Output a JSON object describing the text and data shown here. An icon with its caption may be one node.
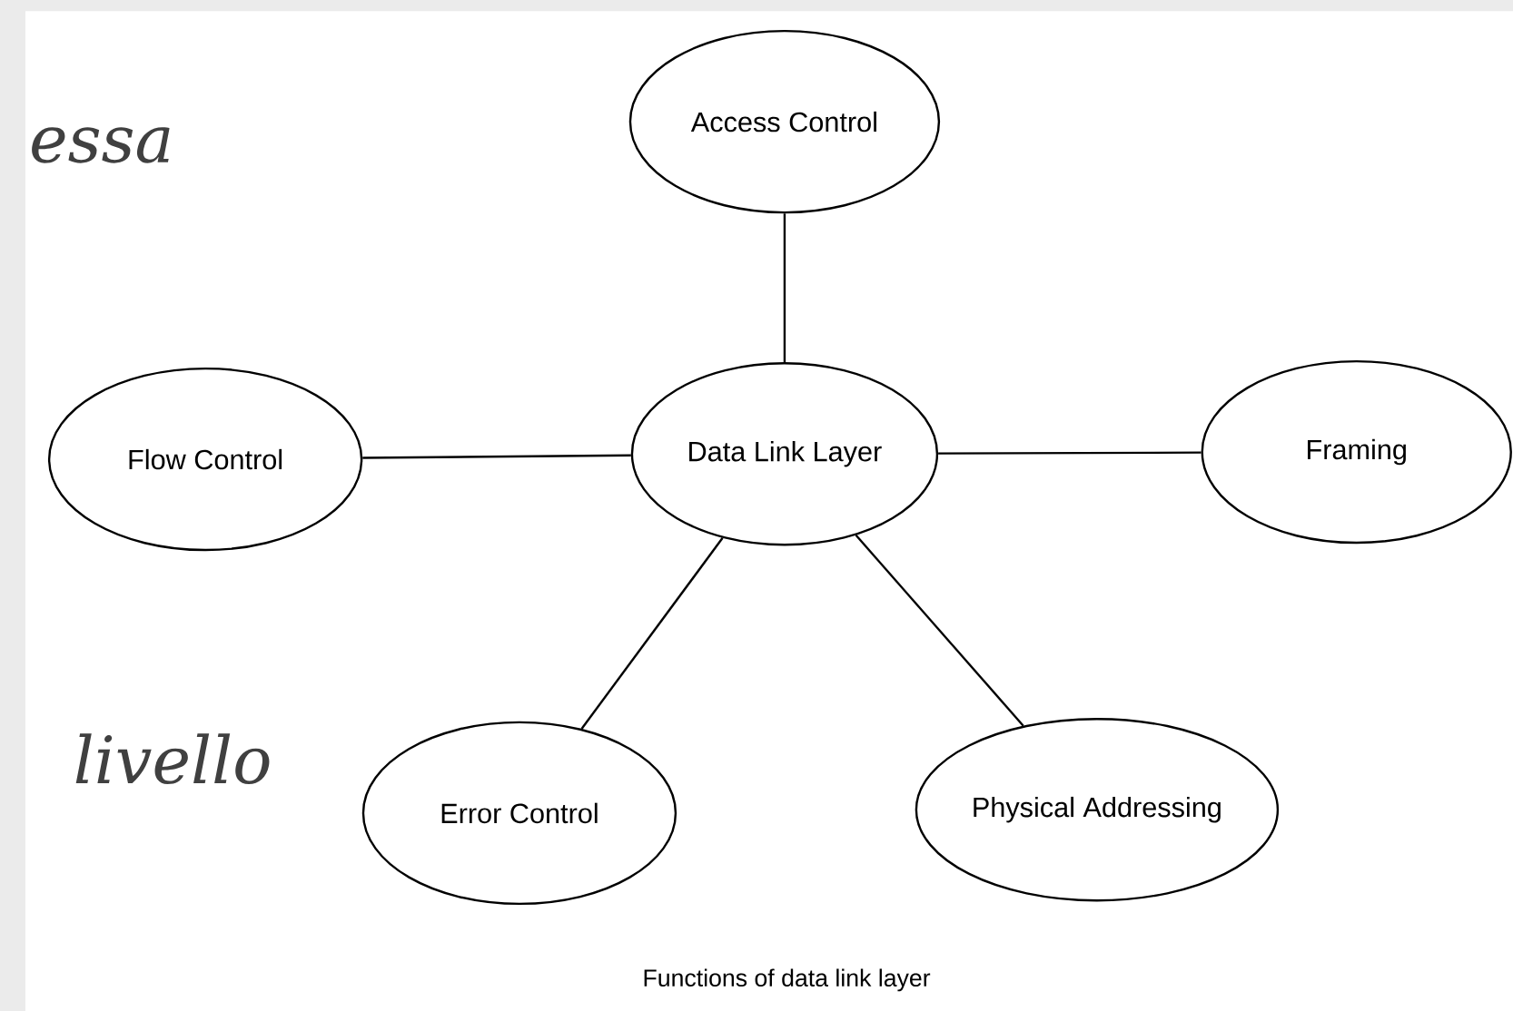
{
  "diagram": {
    "caption": "Functions of data link layer",
    "nodes": [
      {
        "text": [
          "Access Control"
        ]
      },
      {
        "text": [
          "Flow Control"
        ]
      },
      {
        "text": [
          "Data Link Layer"
        ]
      },
      {
        "text": [
          "Framing"
        ]
      },
      {
        "text": [
          "Error Control"
        ]
      },
      {
        "text": [
          "Physical Addressing"
        ]
      }
    ],
    "edges": [
      {
        "from": 2,
        "to": 0,
        "arrow": "none"
      },
      {
        "from": 2,
        "to": 1,
        "arrow": "none"
      },
      {
        "from": 2,
        "to": 3,
        "arrow": "none"
      },
      {
        "from": 2,
        "to": 4,
        "arrow": "none"
      },
      {
        "from": 2,
        "to": 5,
        "arrow": "none"
      }
    ],
    "labels": [
      "essa",
      "livello"
    ]
  }
}
